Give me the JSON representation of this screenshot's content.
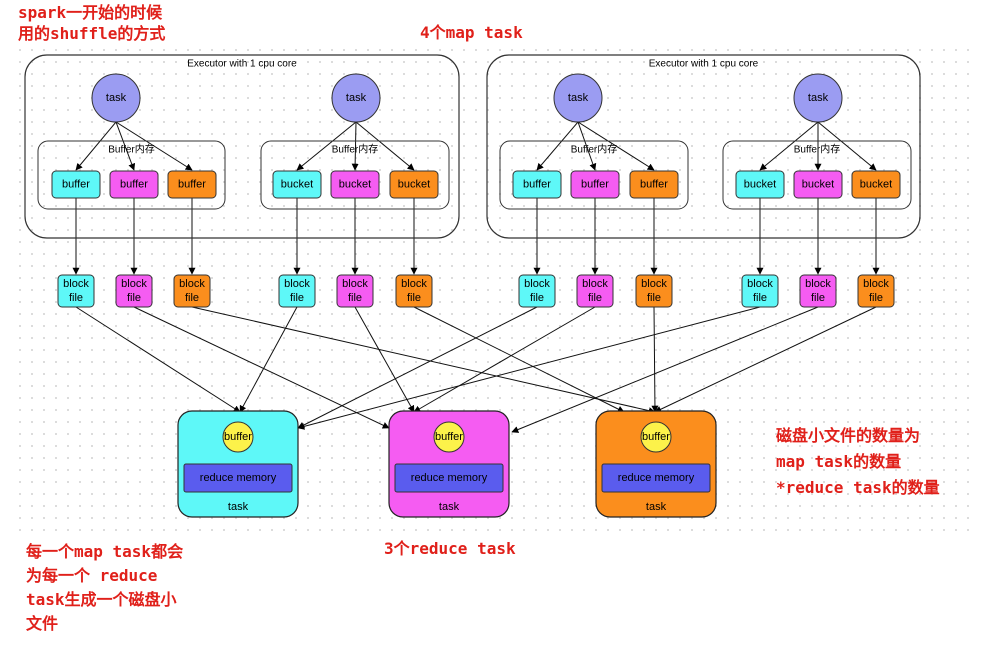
{
  "colors": {
    "cyan": "#5ef8f8",
    "magenta": "#f55cf2",
    "orange": "#fb8e1d",
    "task_circle": "#9b9cf2",
    "reduce_memory": "#5a5cee",
    "buffer_circle": "#fcf24a",
    "annotation_red": "#e0201a"
  },
  "annotations": {
    "top_left": "spark一开始的时候\n用的shuffle的方式",
    "map_tasks": "4个map task",
    "reduce_tasks": "3个reduce task",
    "bottom_left": "每一个map task都会\n为每一个 reduce\ntask生成一个磁盘小\n文件",
    "right": "磁盘小文件的数量为\nmap task的数量\n*reduce task的数量"
  },
  "executors": [
    {
      "label": "Executor with 1 cpu core",
      "groups": [
        {
          "task_label": "task",
          "memory_label": "Buffer内存",
          "slots": [
            "buffer",
            "buffer",
            "buffer"
          ]
        },
        {
          "task_label": "task",
          "memory_label": "Buffer内存",
          "slots": [
            "bucket",
            "bucket",
            "bucket"
          ]
        }
      ]
    },
    {
      "label": "Executor with 1 cpu core",
      "groups": [
        {
          "task_label": "task",
          "memory_label": "Buffer内存",
          "slots": [
            "buffer",
            "buffer",
            "buffer"
          ]
        },
        {
          "task_label": "task",
          "memory_label": "Buffer内存",
          "slots": [
            "bucket",
            "bucket",
            "bucket"
          ]
        }
      ]
    }
  ],
  "block_file_label": [
    "block",
    "file"
  ],
  "reducers": [
    {
      "buffer_label": "buffer",
      "memory_label": "reduce memory",
      "task_label": "task",
      "color": "cyan"
    },
    {
      "buffer_label": "buffer",
      "memory_label": "reduce memory",
      "task_label": "task",
      "color": "magenta"
    },
    {
      "buffer_label": "buffer",
      "memory_label": "reduce memory",
      "task_label": "task",
      "color": "orange"
    }
  ]
}
